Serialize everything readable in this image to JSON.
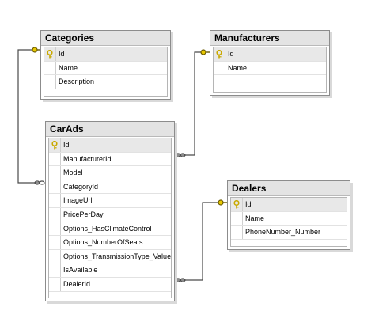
{
  "colors": {
    "line": "#4a4a4a",
    "key": "#e8c800",
    "header": "#e3e3e3"
  },
  "tables": [
    {
      "id": "categories",
      "title": "Categories",
      "columns": [
        {
          "name": "Id",
          "pk": true
        },
        {
          "name": "Name",
          "pk": false
        },
        {
          "name": "Description",
          "pk": false
        }
      ]
    },
    {
      "id": "manufacturers",
      "title": "Manufacturers",
      "columns": [
        {
          "name": "Id",
          "pk": true
        },
        {
          "name": "Name",
          "pk": false
        }
      ]
    },
    {
      "id": "carads",
      "title": "CarAds",
      "columns": [
        {
          "name": "Id",
          "pk": true
        },
        {
          "name": "ManufacturerId",
          "pk": false
        },
        {
          "name": "Model",
          "pk": false
        },
        {
          "name": "CategoryId",
          "pk": false
        },
        {
          "name": "ImageUrl",
          "pk": false
        },
        {
          "name": "PricePerDay",
          "pk": false
        },
        {
          "name": "Options_HasClimateControl",
          "pk": false
        },
        {
          "name": "Options_NumberOfSeats",
          "pk": false
        },
        {
          "name": "Options_TransmissionType_Value",
          "pk": false
        },
        {
          "name": "IsAvailable",
          "pk": false
        },
        {
          "name": "DealerId",
          "pk": false
        }
      ]
    },
    {
      "id": "dealers",
      "title": "Dealers",
      "columns": [
        {
          "name": "Id",
          "pk": true
        },
        {
          "name": "Name",
          "pk": false
        },
        {
          "name": "PhoneNumber_Number",
          "pk": false
        }
      ]
    }
  ],
  "relationships": [
    {
      "name": "carads-categories",
      "from": "CarAds.CategoryId",
      "to": "Categories.Id"
    },
    {
      "name": "carads-manufacturers",
      "from": "CarAds.ManufacturerId",
      "to": "Manufacturers.Id"
    },
    {
      "name": "carads-dealers",
      "from": "CarAds.DealerId",
      "to": "Dealers.Id"
    }
  ]
}
